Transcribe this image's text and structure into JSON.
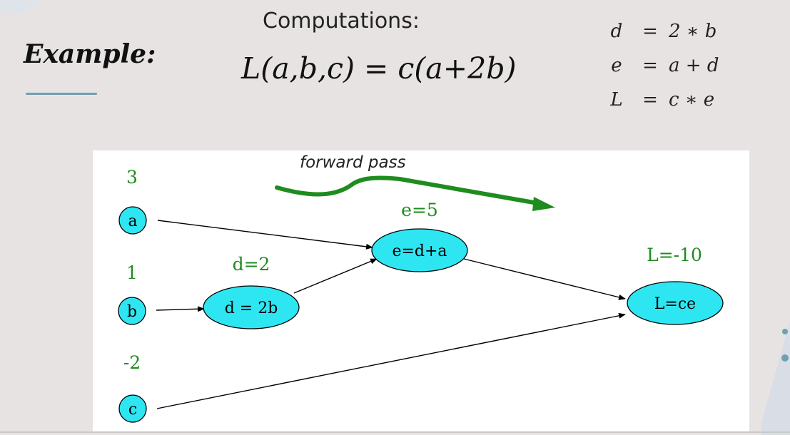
{
  "slide": {
    "title": "Example:",
    "computations_label": "Computations:",
    "formula": "L(a,b,c) = c(a+2b)",
    "equations": [
      {
        "lhs": "d",
        "rhs": "2 ∗ b"
      },
      {
        "lhs": "e",
        "rhs": "a + d"
      },
      {
        "lhs": "L",
        "rhs": "c ∗ e"
      }
    ]
  },
  "graph": {
    "annotation": "forward pass",
    "nodes": {
      "a": {
        "label": "a",
        "value": "3"
      },
      "b": {
        "label": "b",
        "value": "1"
      },
      "c": {
        "label": "c",
        "value": "-2"
      },
      "d": {
        "label": "d = 2b",
        "value": "d=2"
      },
      "e": {
        "label": "e=d+a",
        "value": "e=5"
      },
      "L": {
        "label": "L=ce",
        "value": "L=-10"
      }
    },
    "colors": {
      "node_fill": "#2ee6f2",
      "value_text": "#1f8b1f",
      "arrow_green": "#1e8c1e",
      "edge": "#000000"
    }
  }
}
